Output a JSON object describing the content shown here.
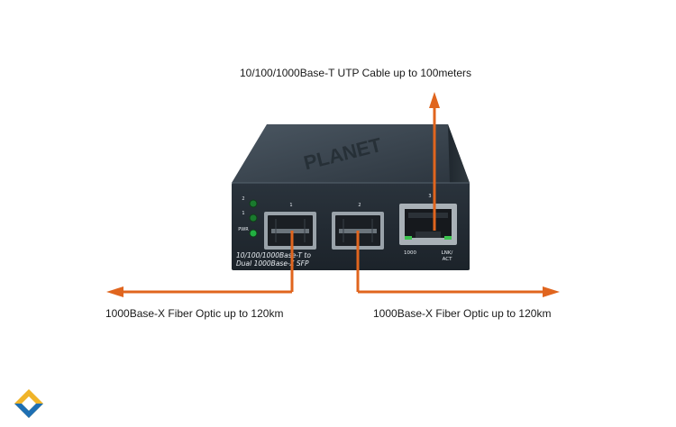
{
  "callouts": {
    "top": "10/100/1000Base-T UTP Cable up to 100meters",
    "left": "1000Base-X Fiber Optic up to 120km",
    "right": "1000Base-X Fiber Optic up to 120km"
  },
  "device": {
    "brand": "PLANET",
    "model_line1": "10/100/1000Base-T to",
    "model_line2": "Dual 1000Base-X SFP",
    "led_labels": [
      "2",
      "1",
      "PWR"
    ],
    "port_numbers": [
      "1",
      "2",
      "3"
    ],
    "rj45_left_label": "1000",
    "rj45_right_label_line1": "LNK/",
    "rj45_right_label_line2": "ACT"
  },
  "colors": {
    "arrow": "#e0651e",
    "body_front": "#232c35",
    "body_top": "#3a4651",
    "led": "#1fae3d",
    "logo_blue": "#f0b429"
  }
}
